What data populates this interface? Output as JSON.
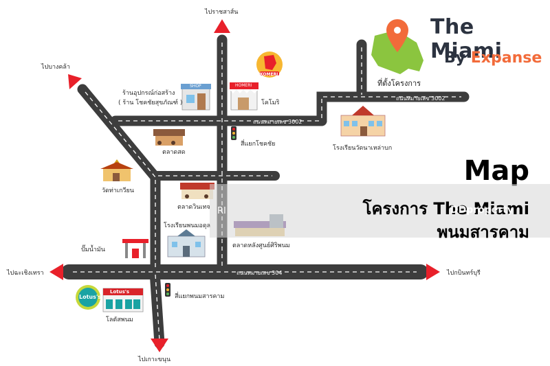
{
  "brand": {
    "title": "The Miami",
    "by": "By",
    "expanse": "Expanse"
  },
  "heading": "Map",
  "project_line1": "โครงการ The Miami",
  "project_line2": "พนมสารคาม",
  "project_site": "ที่ตั้งโครงการ",
  "watermark": "DDproperty",
  "watermark_small": "RI",
  "directions": {
    "north": "ไปราชสาส์น",
    "northwest": "ไปบางคล้า",
    "west": "ไปฉะเชิงเทรา",
    "east": "ไปกบินทร์บุรี",
    "south": "ไปเกาะขนุน"
  },
  "roads": {
    "r3002_a": "ถนนหมายเลข 3002",
    "r3002_b": "ถนนหมายเลข 3002",
    "r304": "ถนนหมายเลข 304"
  },
  "places": {
    "hardware_store_1": "ร้านอุปกรณ์ก่อสร้าง",
    "hardware_store_2": "( ร้าน โชคชัยสุขภัณฑ์ )",
    "komeri": "โคโมริ",
    "fresh_market": "ตลาดสด",
    "intersection_chokchai": "สี่แยกโชคชัย",
    "school_wat": "โรงเรียนวัดนาเหล่าบก",
    "temple": "วัดท่าเกวียน",
    "weekend_market": "ตลาดวินเทจ",
    "school_phanom": "โรงเรียนพนมอดุล",
    "market_center": "ตลาดหลังศูนย์ศิริพนม",
    "gas_station": "ปั๊มน้ำมัน",
    "intersection_phanom": "สี่แยกพนมสารคาม",
    "lotus": "โลตัสพนม",
    "lotus_logo": "Lotus's",
    "komeri_logo": "KOMERI",
    "shop_sign": "SHOP",
    "home_sign": "HOMERI"
  },
  "colors": {
    "road": "#3d3d3d",
    "road_line": "#ffffff",
    "arrow": "#e8202a",
    "province": "#8bc53f",
    "pin": "#f26b3a",
    "brand_dark": "#2c3340",
    "brand_orange": "#f26b3a"
  }
}
